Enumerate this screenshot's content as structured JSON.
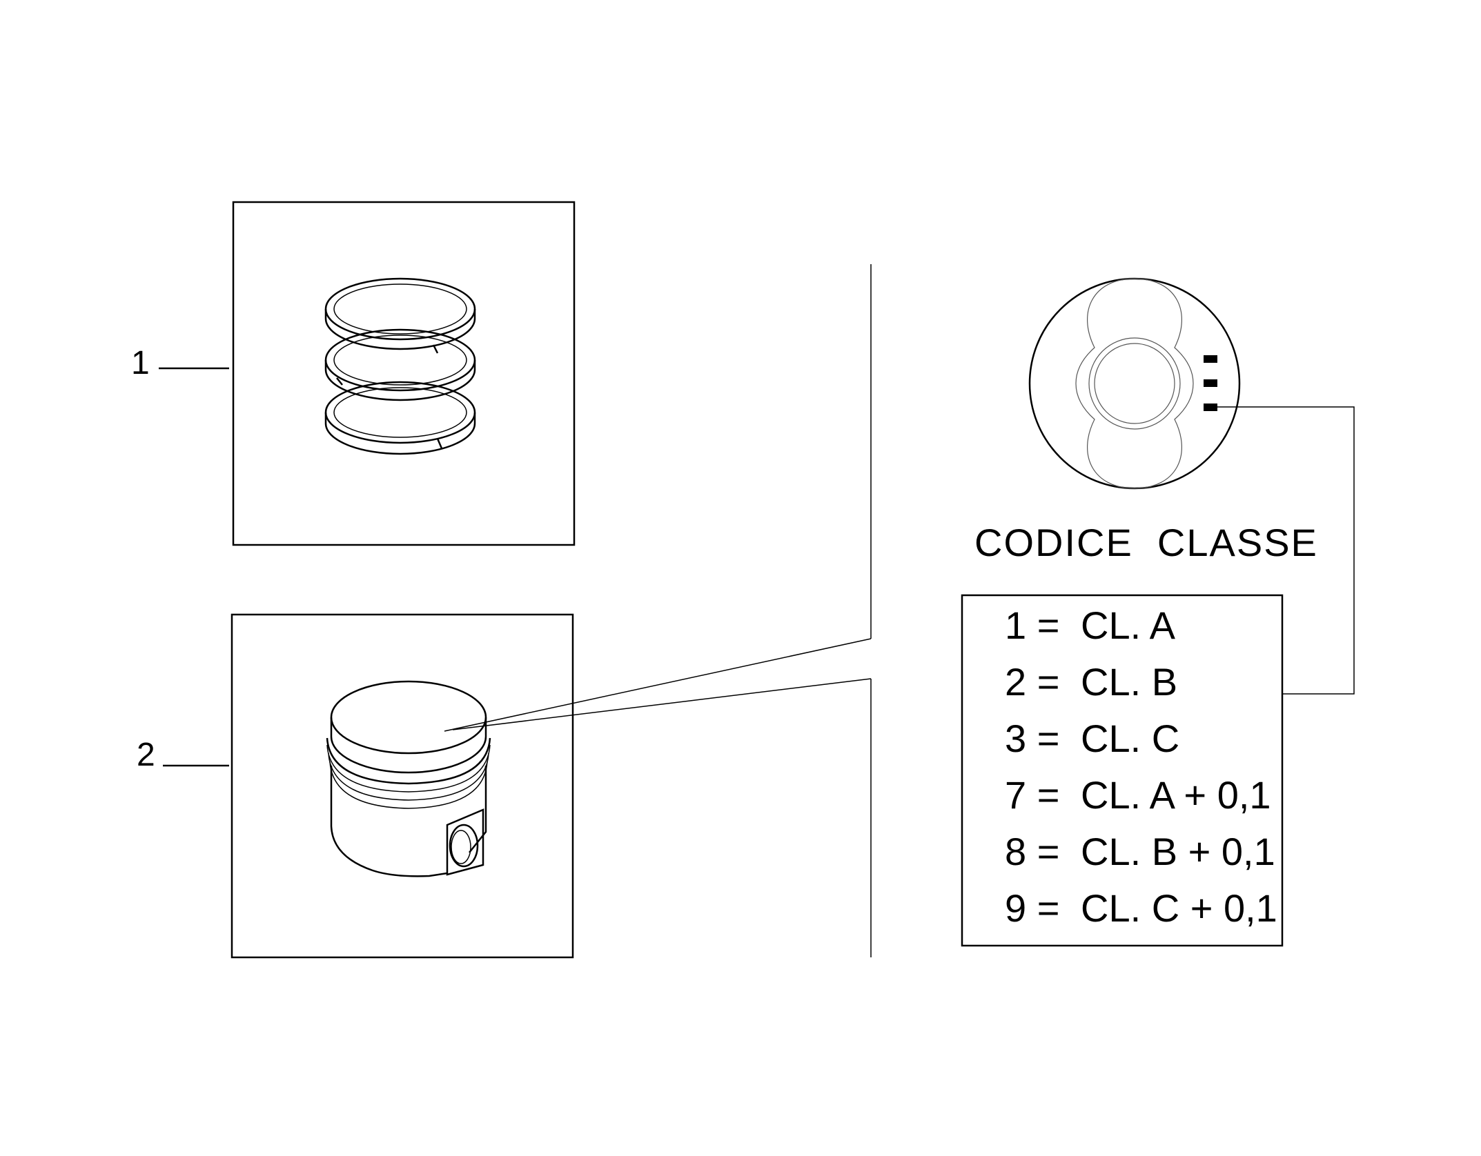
{
  "callouts": [
    {
      "label": "1",
      "part": "piston-rings"
    },
    {
      "label": "2",
      "part": "piston"
    }
  ],
  "caption": "CODICE  CLASSE",
  "class_codes": [
    {
      "code": "1 =",
      "value": "CL. A"
    },
    {
      "code": "2 =",
      "value": "CL. B"
    },
    {
      "code": "3 =",
      "value": "CL. C"
    },
    {
      "code": "7 =",
      "value": "CL. A + 0,1"
    },
    {
      "code": "8 =",
      "value": "CL. B + 0,1"
    },
    {
      "code": "9 =",
      "value": "CL. C + 0,1"
    }
  ],
  "colors": {
    "line": "#000000",
    "background": "#ffffff"
  }
}
